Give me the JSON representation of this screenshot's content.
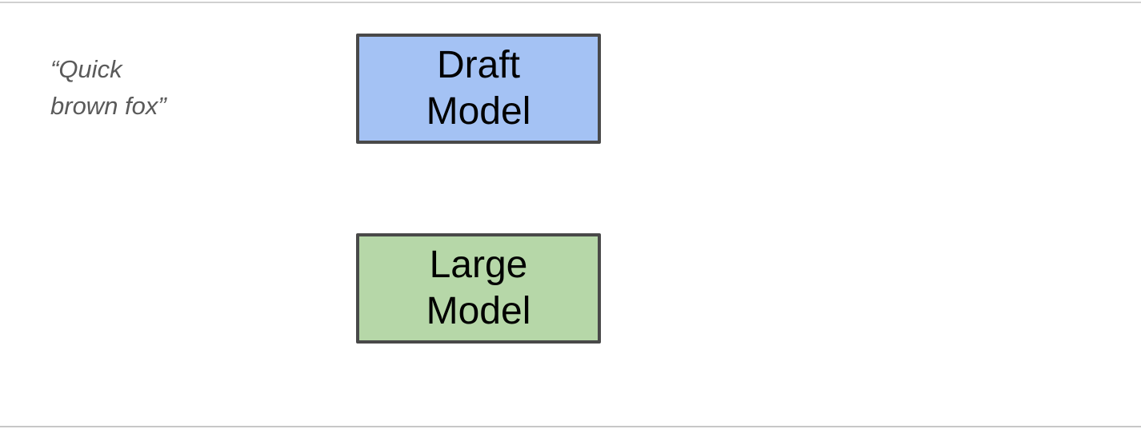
{
  "canvas": {
    "background": "#ffffff",
    "frame_line_color_top": "#d0d0d0",
    "frame_line_color_bottom": "#c7c7c7"
  },
  "prompt": {
    "text": "“Quick\nbrown fox”",
    "color": "#5a5a5a"
  },
  "nodes": [
    {
      "id": "draft-model",
      "label": "Draft\nModel",
      "fill": "#a4c2f4",
      "border_color": "#494949",
      "text_color": "#000000"
    },
    {
      "id": "large-model",
      "label": "Large\nModel",
      "fill": "#b6d7a8",
      "border_color": "#494949",
      "text_color": "#000000"
    }
  ]
}
